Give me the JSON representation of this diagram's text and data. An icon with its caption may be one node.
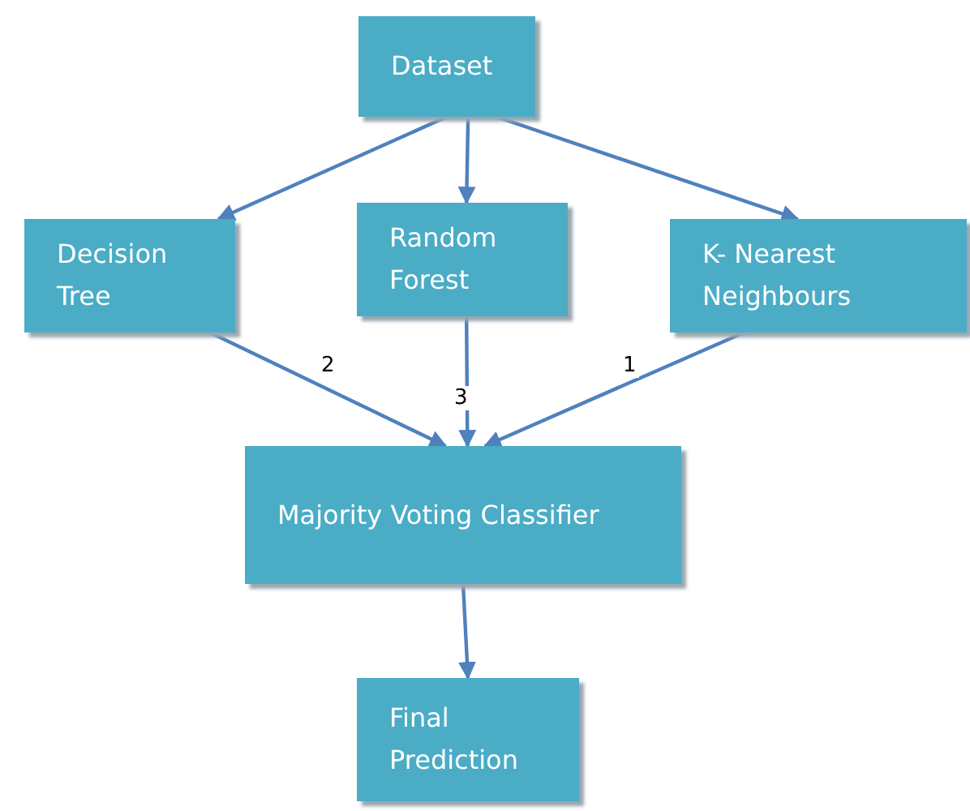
{
  "diagram": {
    "nodes": [
      {
        "text": [
          "Dataset"
        ]
      },
      {
        "text": [
          "Decision Tree"
        ]
      },
      {
        "text": [
          "Random Forest"
        ]
      },
      {
        "text": [
          "K- Nearest Neighbours"
        ]
      },
      {
        "text": [
          "Majority Voting Classifier"
        ]
      },
      {
        "text": [
          "Final Prediction"
        ]
      }
    ],
    "edges": [
      {
        "from": 0,
        "to": 1,
        "arrow": "to"
      },
      {
        "from": 0,
        "to": 2,
        "arrow": "to"
      },
      {
        "from": 0,
        "to": 3,
        "arrow": "to"
      },
      {
        "from": 1,
        "to": 4,
        "arrow": "to",
        "label": "2"
      },
      {
        "from": 2,
        "to": 4,
        "arrow": "to",
        "label": "3"
      },
      {
        "from": 3,
        "to": 4,
        "arrow": "to",
        "label": "1"
      },
      {
        "from": 4,
        "to": 5,
        "arrow": "to"
      }
    ]
  }
}
